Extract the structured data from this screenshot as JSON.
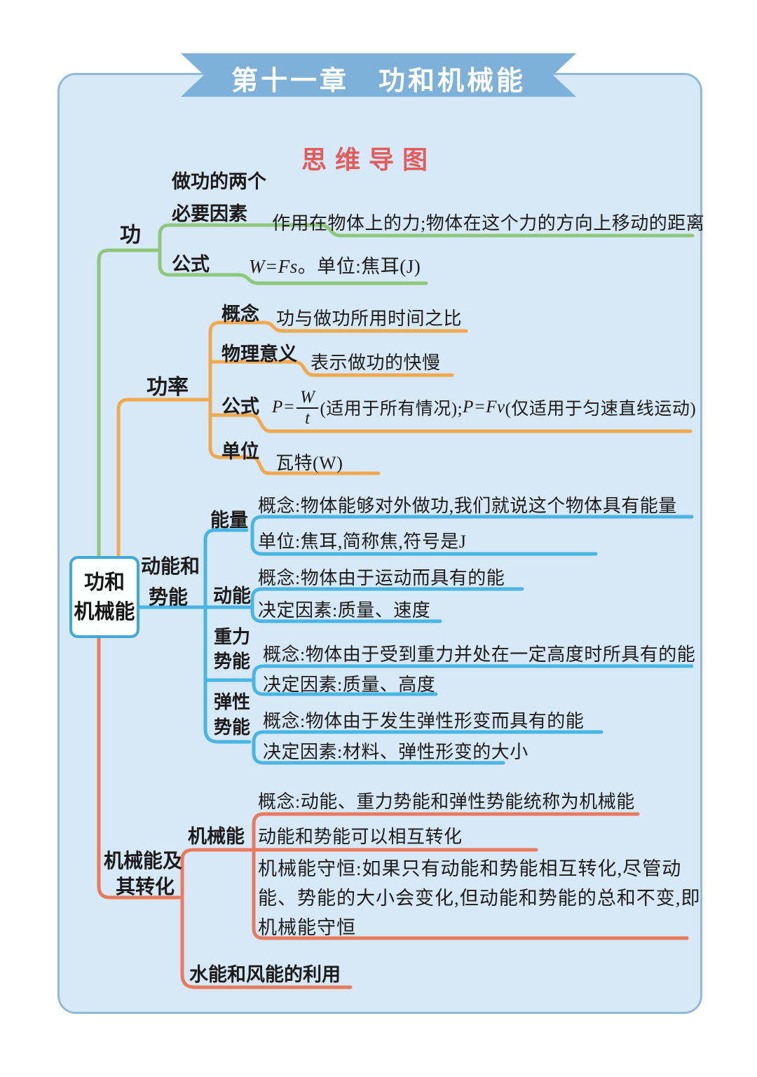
{
  "banner": {
    "chapter_title": "第十一章　功和机械能"
  },
  "subtitle": "思维导图",
  "root": {
    "line1": "功和",
    "line2": "机械能"
  },
  "colors": {
    "panel_bg": "#d7e9f6",
    "panel_border": "#90badb",
    "ribbon_blue": "#7db1d9",
    "subtitle_red": "#e25c5c",
    "branch_green": "#8fc87d",
    "branch_orange": "#f2a84e",
    "branch_cyan": "#49b5e2",
    "branch_coral": "#e87a5f",
    "root_node_border": "#3fa9dc",
    "text_dark": "#1c1c1c"
  },
  "branch_work": {
    "label": "功",
    "factors_label_line1": "做功的两个",
    "factors_label_line2": "必要因素",
    "factors_leaf": "作用在物体上的力;物体在这个力的方向上移动的距离",
    "formula_label": "公式",
    "formula_math": "W=Fs",
    "formula_rest": "。单位:焦耳(J)"
  },
  "branch_power": {
    "label": "功率",
    "concept_label": "概念",
    "concept_leaf": "功与做功所用时间之比",
    "meaning_label": "物理意义",
    "meaning_leaf": "表示做功的快慢",
    "formula_label": "公式",
    "formula_p1": "P=",
    "formula_numerator": "W",
    "formula_denominator": "t",
    "formula_note1": "(适用于所有情况);",
    "formula_p2": "P=Fv",
    "formula_note2": "(仅适用于匀速直线运动)",
    "unit_label": "单位",
    "unit_leaf": "瓦特(W)"
  },
  "branch_energy": {
    "label_line1": "动能和",
    "label_line2": "势能",
    "energy_node": {
      "label": "能量",
      "leaf1": "概念:物体能够对外做功,我们就说这个物体具有能量",
      "leaf2": "单位:焦耳,简称焦,符号是J"
    },
    "kinetic_node": {
      "label": "动能",
      "leaf1": "概念:物体由于运动而具有的能",
      "leaf2": "决定因素:质量、速度"
    },
    "gravity_node": {
      "label_line1": "重力",
      "label_line2": "势能",
      "leaf1": "概念:物体由于受到重力并处在一定高度时所具有的能",
      "leaf2": "决定因素:质量、高度"
    },
    "elastic_node": {
      "label_line1": "弹性",
      "label_line2": "势能",
      "leaf1": "概念:物体由于发生弹性形变而具有的能",
      "leaf2": "决定因素:材料、弹性形变的大小"
    }
  },
  "branch_conversion": {
    "label_line1": "机械能及",
    "label_line2": "其转化",
    "mechanical_node": {
      "label": "机械能",
      "leaf1": "概念:动能、重力势能和弹性势能统称为机械能",
      "leaf2": "动能和势能可以相互转化",
      "leaf3_line1": "机械能守恒:如果只有动能和势能相互转化,尽管动",
      "leaf3_line2": "能、势能的大小会变化,但动能和势能的总和不变,即",
      "leaf3_line3": "机械能守恒"
    },
    "water_wind_label": "水能和风能的利用"
  }
}
